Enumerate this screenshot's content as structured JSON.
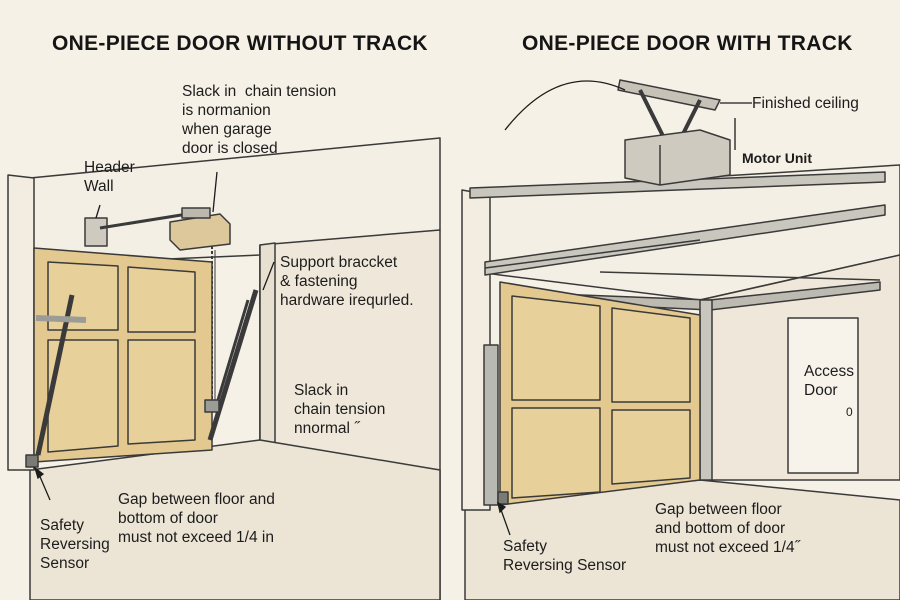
{
  "titles": {
    "left": "ONE-PIECE DOOR WITHOUT TRACK",
    "right": "ONE-PIECE DOOR WITH TRACK"
  },
  "left_panel": {
    "slack_top": "Slack in  chain tension\nis normanion\nwhen garage\ndoor is closed",
    "header_wall": "Header\nWall",
    "support_bracket": "Support braccket\n& fastening\nhardware irequrled.",
    "slack_mid": "Slack in\nchain tension\nnnormal ˝",
    "sensor": "Safety\nReversing\nSensor",
    "gap": "Gap between floor and\nbottom of door\nmust not exceed 1/4 in"
  },
  "right_panel": {
    "finished_ceiling": "Finished ceiling",
    "motor_unit": "Motor Unit",
    "access_door": "Access\nDoor",
    "access_knob": "0",
    "sensor": "Safety\nReversing Sensor",
    "gap": "Gap between floor\nand bottom of door\nmust not exceed 1/4˝"
  },
  "colors": {
    "background": "#f6f1e7",
    "door_panel": "#e3c98f",
    "wall": "#f1ebdf",
    "metal": "#b9b9b4",
    "outline": "#3a3a3a"
  }
}
